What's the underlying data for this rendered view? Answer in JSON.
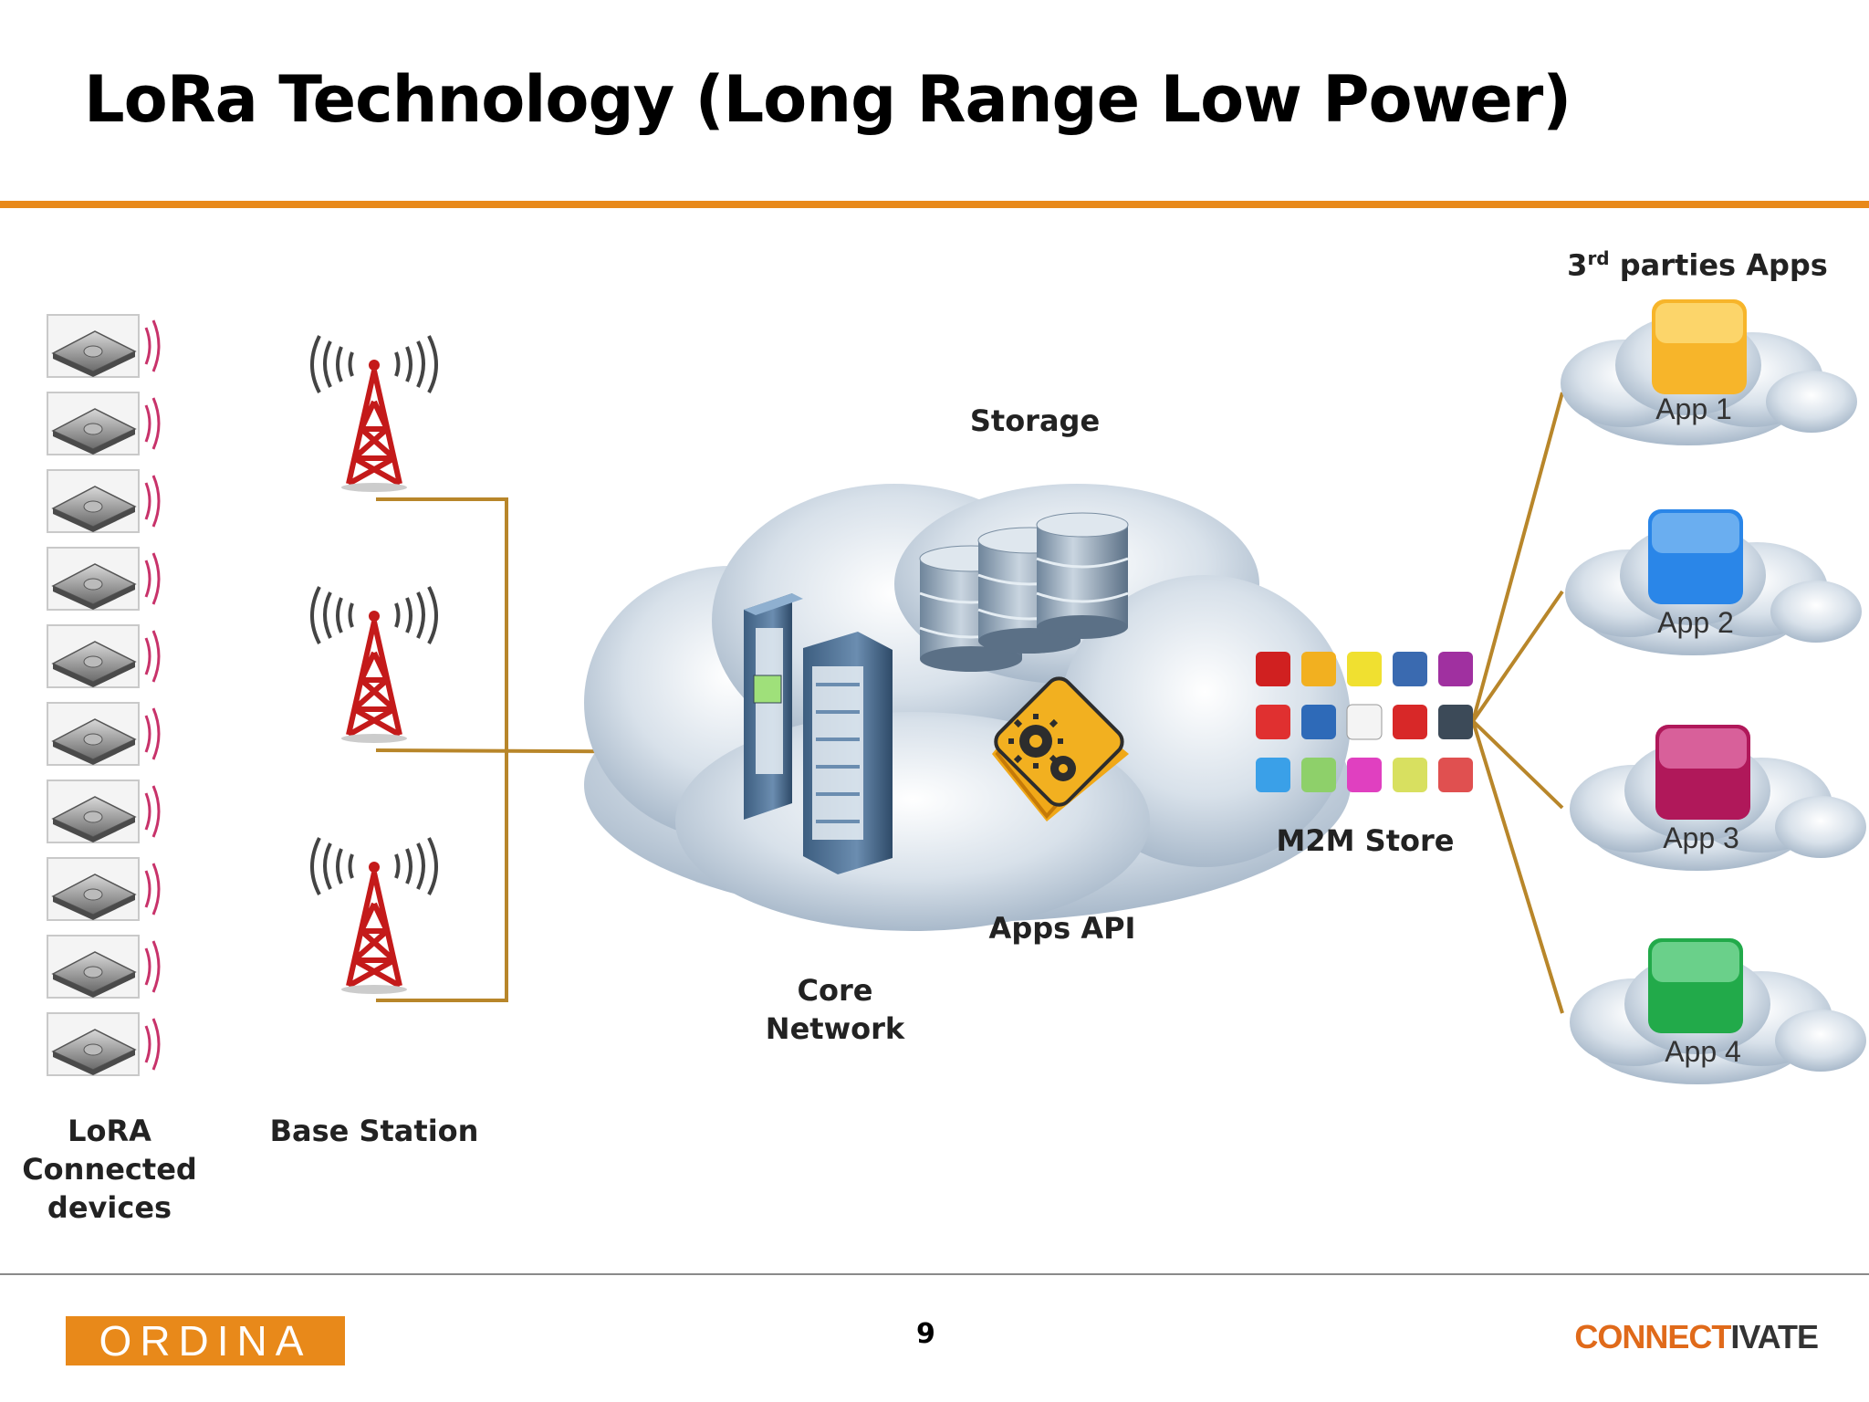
{
  "slide": {
    "title": "LoRa Technology (Long Range Low Power)",
    "page_number": "9"
  },
  "labels": {
    "devices": [
      "LoRA",
      "Connected",
      "devices"
    ],
    "base_station": "Base Station",
    "storage": "Storage",
    "core_network": [
      "Core",
      "Network"
    ],
    "apps_api": "Apps API",
    "m2m_store": "M2M Store",
    "third_parties_base": "3",
    "third_parties_sup": "rd",
    "third_parties_rest": " parties Apps"
  },
  "apps": [
    {
      "label": "App 1",
      "color": "#f7b52a"
    },
    {
      "label": "App 2",
      "color": "#2a86e8"
    },
    {
      "label": "App 3",
      "color": "#b0185a"
    },
    {
      "label": "App 4",
      "color": "#22aa4a"
    }
  ],
  "colors": {
    "accent": "#e8891a",
    "link": "#b8862a",
    "tower": "#c41a1a",
    "cloud": "#c7d3df",
    "server": "#4a6a8a"
  },
  "footer": {
    "left_logo": "ORDINA",
    "right_logo_a": "CONNECT",
    "right_logo_b": "IVATE"
  }
}
